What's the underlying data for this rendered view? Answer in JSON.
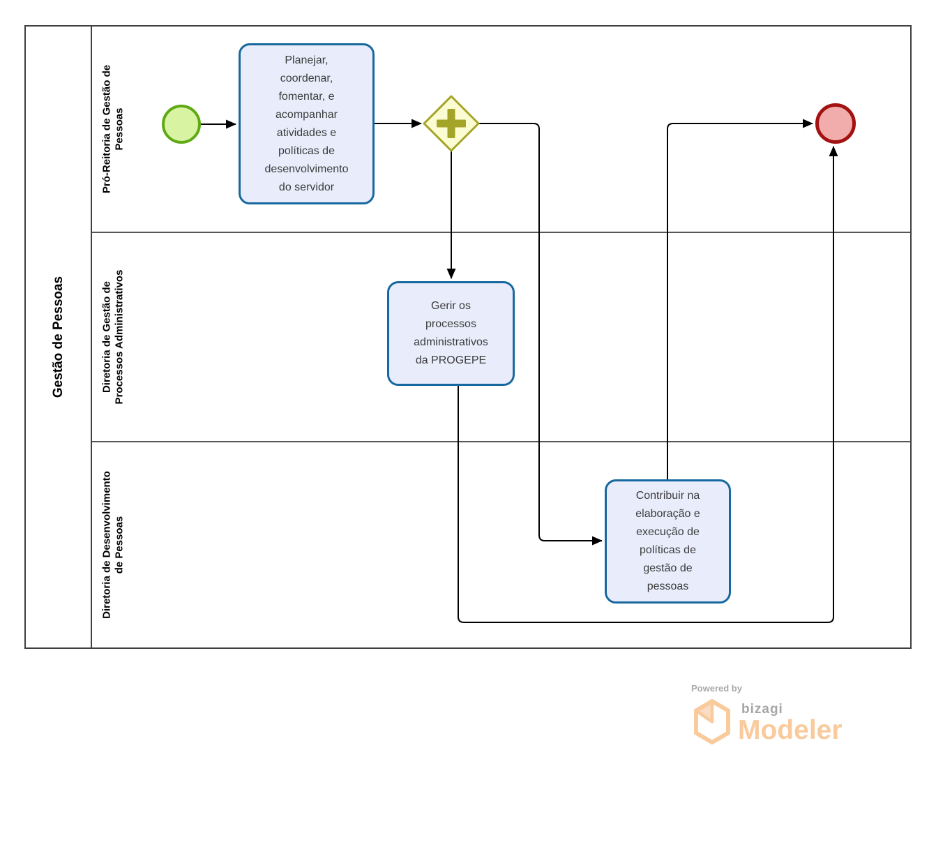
{
  "pool": {
    "label": "Gestão de Pessoas",
    "lanes": [
      {
        "label": "Pró-Reitoria de Gestão de Pessoas"
      },
      {
        "label": "Diretoria de Gestão de Processos Administrativos"
      },
      {
        "label": "Diretoria de Desenvolvimento de Pessoas"
      }
    ]
  },
  "nodes": {
    "start_event": {
      "type": "start-event"
    },
    "task_planejar": {
      "label": "Planejar, coordenar, fomentar, e acompanhar atividades e políticas de desenvolvimento do servidor"
    },
    "gateway": {
      "type": "parallel-gateway"
    },
    "task_gerir": {
      "label": "Gerir os processos administrativos da PROGEPE"
    },
    "task_contribuir": {
      "label": "Contribuir na elaboração e execução de políticas de gestão de pessoas"
    },
    "end_event": {
      "type": "end-event"
    }
  },
  "colors": {
    "flow-line": "#000000",
    "pool-border": "#3f3f3f",
    "lane-border": "#565656",
    "label-text": "#000000",
    "task-fill": "#e9edfb",
    "task-border": "#17689e",
    "task-text": "#3c3c3c",
    "start-fill": "#d8f3a2",
    "start-border": "#5fa915",
    "end-fill": "#f0adac",
    "end-border": "#a31211",
    "gateway-fill": "#fcfcd2",
    "gateway-border": "#a4a428",
    "brand-orange": "#f9ca9c",
    "brand-gray": "#a5a5a5",
    "powered-gray": "#a9a9a9"
  },
  "footer": {
    "powered_by": "Powered by",
    "brand": "bizagi",
    "product": "Modeler"
  }
}
